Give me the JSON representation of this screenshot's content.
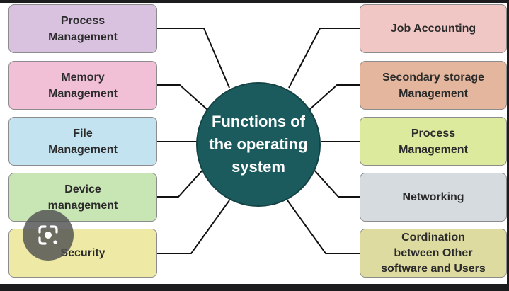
{
  "diagram": {
    "center_label": "Functions of\nthe operating\nsystem",
    "left_items": [
      {
        "label": "Process\nManagement",
        "color": "#d9c2e0"
      },
      {
        "label": "Memory\nManagement",
        "color": "#f1bfd6"
      },
      {
        "label": "File\nManagement",
        "color": "#c4e3f1"
      },
      {
        "label": "Device\nmanagement",
        "color": "#c8e6b4"
      },
      {
        "label": "Security",
        "color": "#eeeaa6"
      }
    ],
    "right_items": [
      {
        "label": "Job Accounting",
        "color": "#f0c7c4"
      },
      {
        "label": "Secondary storage\nManagement",
        "color": "#e3b69d"
      },
      {
        "label": "Process\nManagement",
        "color": "#dcea9e"
      },
      {
        "label": "Networking",
        "color": "#d6dbe0"
      },
      {
        "label": "Cordination\nbetween Other\nsoftware and Users",
        "color": "#dedba1"
      }
    ],
    "hub_color": "#1b5b5d"
  },
  "overlay": {
    "icon": "lens-search-icon"
  }
}
